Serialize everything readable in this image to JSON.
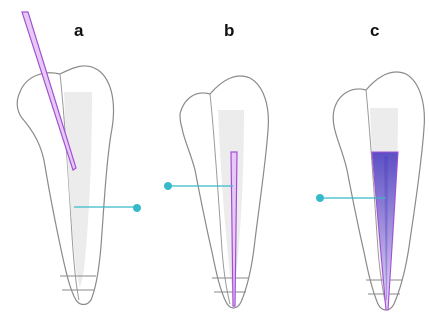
{
  "panels": [
    {
      "label": "a"
    },
    {
      "label": "b"
    },
    {
      "label": "c"
    }
  ],
  "colors": {
    "tooth_outline": "#8a8a8a",
    "canal_fill": "#e6e6e6",
    "file_instrument": "#a24fd4",
    "file_fill": "#e7c9f6",
    "obturation_gradient_top": "#5b4fc4",
    "obturation_gradient_bottom": "#e6d0f7",
    "leader_line": "#36b9c9"
  }
}
